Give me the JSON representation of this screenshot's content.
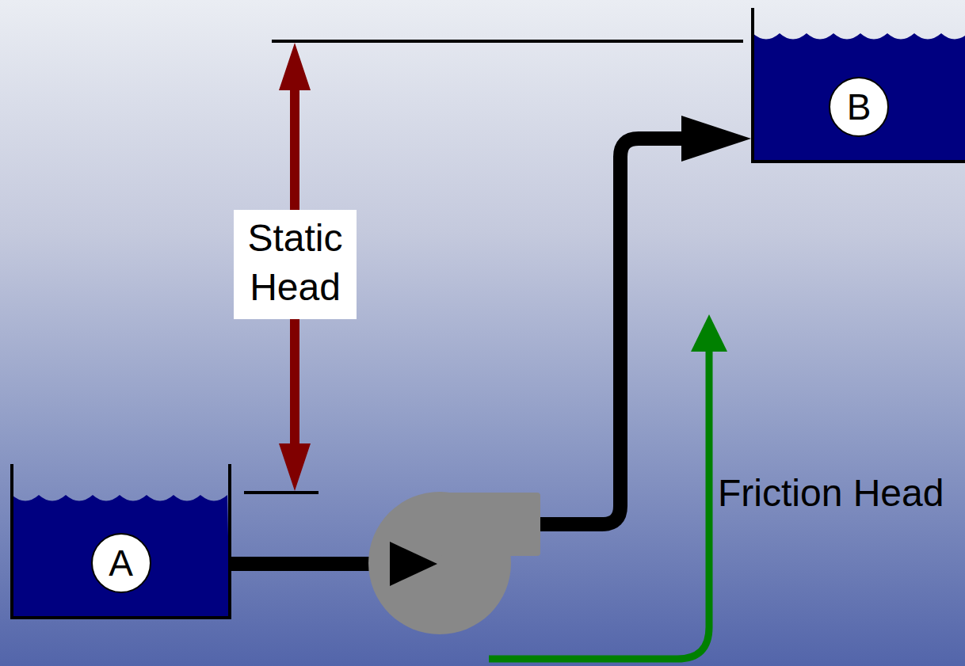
{
  "diagram": {
    "nodes": [
      {
        "text": [
          "A"
        ]
      },
      {
        "text": [
          "B"
        ]
      }
    ],
    "edges": [
      {
        "from": 0,
        "to": 1,
        "arrow": "to"
      }
    ],
    "labels": [
      "Static Head",
      "Friction Head"
    ]
  }
}
